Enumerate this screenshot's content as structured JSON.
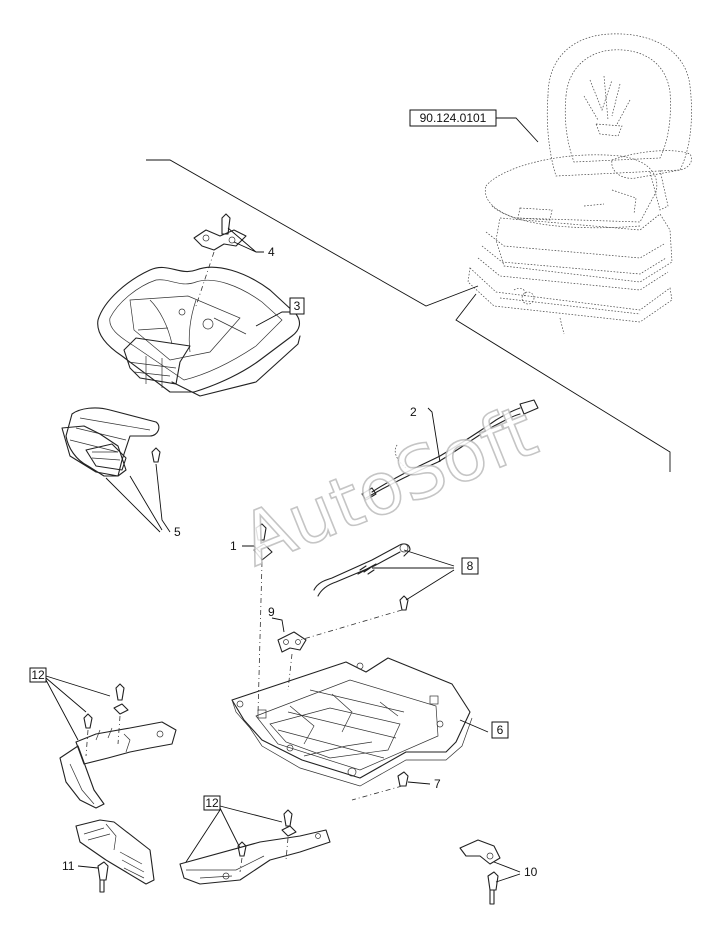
{
  "reference_code": "90.124.0101",
  "watermark": "AutoSoft",
  "callouts": {
    "c1": "1",
    "c2": "2",
    "c3": "3",
    "c4": "4",
    "c5": "5",
    "c6": "6",
    "c7": "7",
    "c8": "8",
    "c9": "9",
    "c10": "10",
    "c11": "11",
    "c12a": "12",
    "c12b": "12"
  }
}
